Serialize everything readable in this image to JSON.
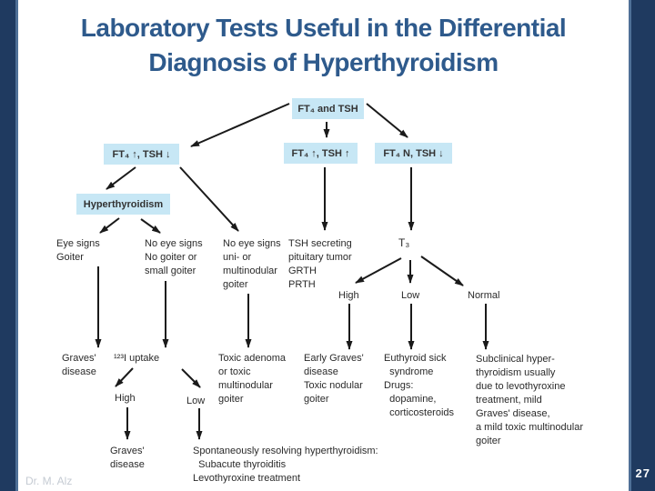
{
  "slide": {
    "title_line1": "Laboratory Tests Useful in the Differential",
    "title_line2": "Diagnosis of Hyperthyroidism",
    "author_credit": "Dr. M. Alz",
    "page_number": "27"
  },
  "colors": {
    "accent_bar": "#1F3A60",
    "accent_bar_edge": "#4F7097",
    "title_text": "#2E5A8C",
    "node_fill": "#C7E7F5",
    "diagram_text": "#2A2A2A",
    "author_text": "#C5CBD3",
    "page_number_text": "#FFFFFF"
  },
  "flowchart": {
    "boxes": {
      "root": "FT₄ and TSH",
      "ft4_up_tsh_down": "FT₄ ↑, TSH ↓",
      "ft4_up_tsh_up": "FT₄ ↑, TSH ↑",
      "ft4_n_tsh_down": "FT₄ N, TSH ↓",
      "hyperthyroidism": "Hyperthyroidism"
    },
    "labels": {
      "eye_signs": "Eye signs\nGoiter",
      "no_eye_signs_small_goiter": "No eye signs\nNo goiter or\nsmall goiter",
      "no_eye_signs_multinodular": "No eye signs\nuni- or\nmultinodular\ngoiter",
      "tsh_secreting": "TSH secreting\npituitary tumor\nGRTH\nPRTH",
      "t3": "T₃",
      "t3_high": "High",
      "t3_low": "Low",
      "t3_normal": "Normal",
      "graves_disease": "Graves'\ndisease",
      "iodine_uptake": "¹²³I uptake",
      "toxic_adenoma": "Toxic adenoma\nor toxic\nmultinodular\ngoiter",
      "early_graves": "Early Graves'\ndisease\nToxic nodular\ngoiter",
      "euthyroid_sick": "Euthyroid sick\n  syndrome\nDrugs:\n  dopamine,\n  corticosteroids",
      "subclinical": "Subclinical hyper-\nthyroidism usually\ndue to levothyroxine\ntreatment, mild\nGraves' disease,\na mild toxic multinodular\ngoiter",
      "uptake_high": "High",
      "uptake_low": "Low",
      "uptake_graves": "Graves'\ndisease",
      "spontaneous": "Spontaneously resolving hyperthyroidism:\n  Subacute thyroiditis\nLevothyroxine treatment"
    }
  }
}
